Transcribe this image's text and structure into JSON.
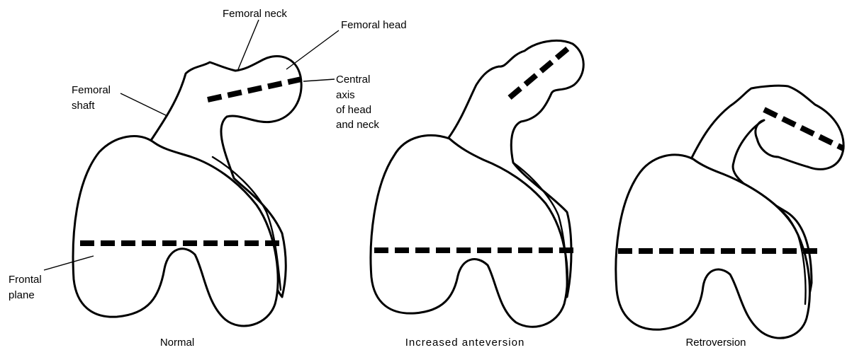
{
  "labels": {
    "femoral_neck": "Femoral neck",
    "femoral_head": "Femoral head",
    "femoral_shaft": [
      "Femoral",
      "shaft"
    ],
    "central_axis": [
      "Central",
      "axis",
      "of head",
      "and neck"
    ],
    "frontal_plane": [
      "Frontal",
      "plane"
    ]
  },
  "captions": {
    "normal": "Normal",
    "anteversion": "Increased anteversion",
    "retroversion": "Retroversion"
  }
}
